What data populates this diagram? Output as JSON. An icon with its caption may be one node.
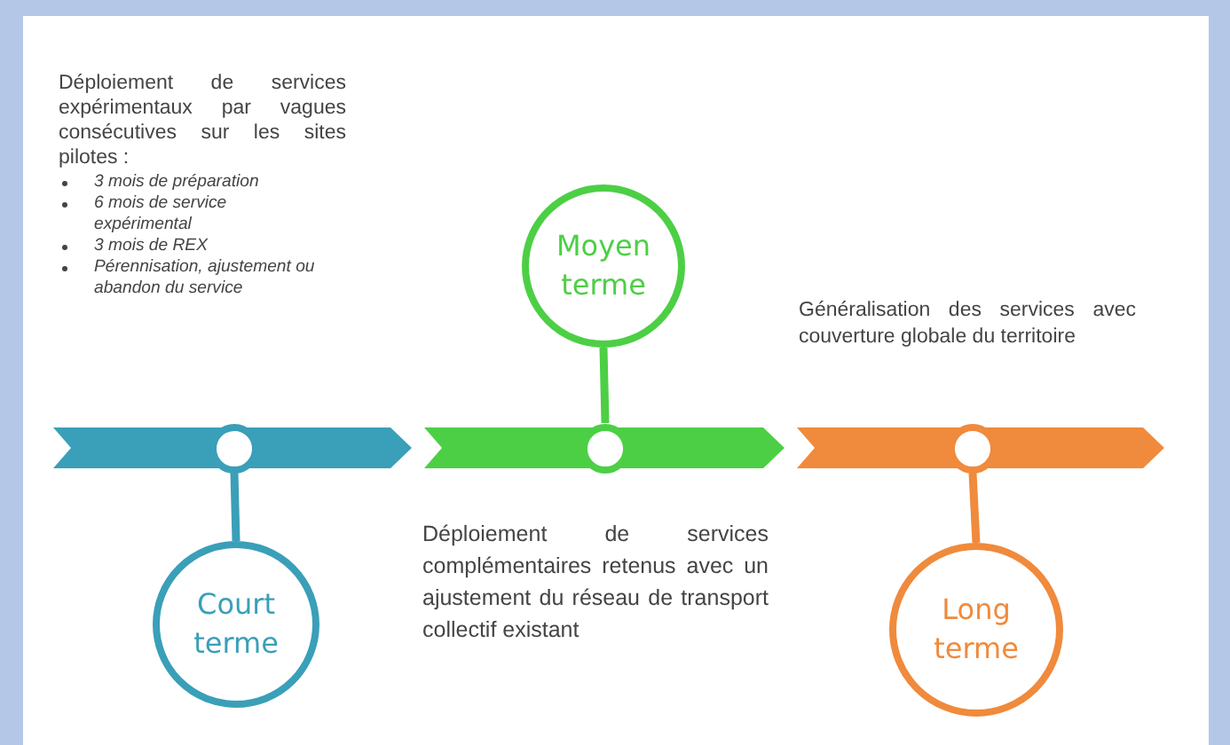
{
  "diagram": {
    "nodes": [
      {
        "text": [],
        "shape": "circle"
      },
      {
        "text": [
          "Court terme"
        ]
      },
      {
        "text": [],
        "shape": "circle"
      },
      {
        "text": [
          "Moyen terme"
        ]
      },
      {
        "text": [],
        "shape": "circle"
      },
      {
        "text": [
          "Long terme"
        ]
      }
    ],
    "edges": [
      {
        "from": 0,
        "to": 1,
        "arrow": "none",
        "color": "#3a9fb8"
      },
      {
        "from": 3,
        "to": 2,
        "arrow": "none",
        "color": "#4ccf45"
      },
      {
        "from": 4,
        "to": 5,
        "arrow": "none",
        "color": "#f08a3c"
      }
    ],
    "labels": [
      "Déploiement de services expérimentaux par vagues consécutives sur les sites pilotes :",
      "3 mois de préparation",
      "6 mois de service expérimental",
      "3 mois de REX",
      "Pérennisation, ajustement ou abandon du service",
      "Généralisation des services avec couverture globale du territoire",
      "Déploiement de services complémentaires retenus avec un ajustement du réseau de transport collectif existant"
    ]
  }
}
